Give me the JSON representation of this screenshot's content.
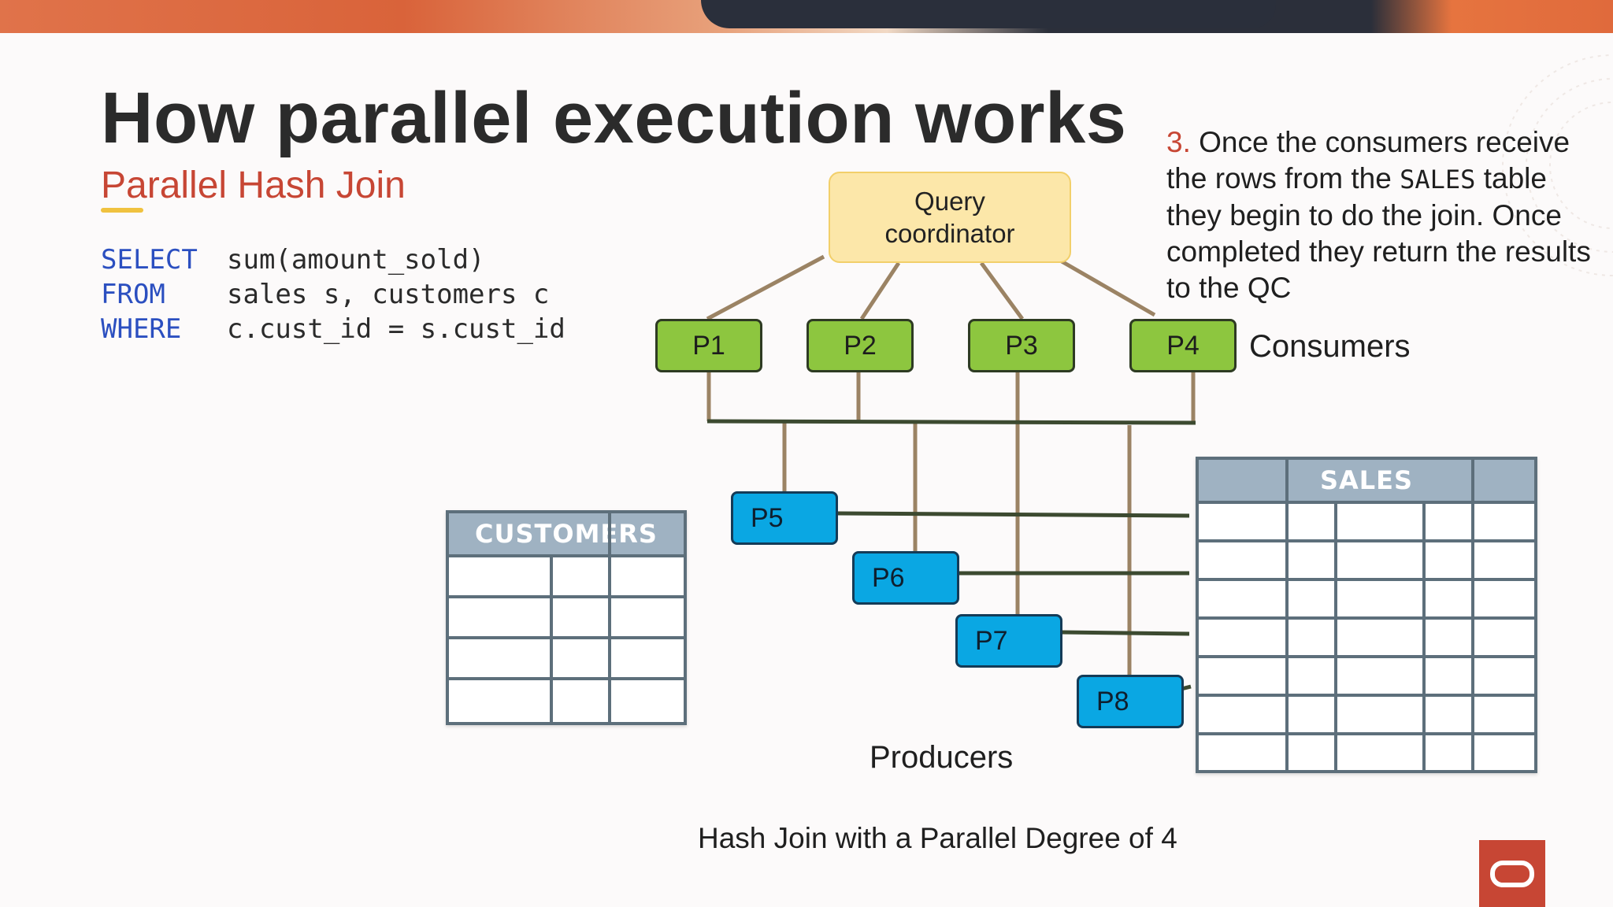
{
  "slide": {
    "title": "How parallel execution works",
    "subtitle": "Parallel Hash Join"
  },
  "sql": [
    {
      "keyword": "SELECT",
      "text": "sum(amount_sold)"
    },
    {
      "keyword": "FROM",
      "text": "sales s, customers c"
    },
    {
      "keyword": "WHERE",
      "text": "c.cust_id = s.cust_id"
    }
  ],
  "diagram": {
    "query_coordinator": [
      "Query",
      "coordinator"
    ],
    "consumers": [
      "P1",
      "P2",
      "P3",
      "P4"
    ],
    "consumers_label": "Consumers",
    "producers": [
      "P5",
      "P6",
      "P7",
      "P8"
    ],
    "producers_label": "Producers",
    "tables": {
      "customers": "CUSTOMERS",
      "sales": "SALES"
    },
    "caption": "Hash Join with a Parallel Degree of 4"
  },
  "note": {
    "number": "3.",
    "text_1": " Once the consumers receive the rows from the ",
    "code": "SALES",
    "text_2": " table they  begin to do the join. Once completed they return the results to the QC"
  },
  "colors": {
    "accent_red": "#c74634",
    "consumer_green": "#8dc63f",
    "producer_blue": "#0aa7e3",
    "qc_yellow": "#fce7a9",
    "line_tan": "#9b8364",
    "line_dark_green": "#3c4a30"
  },
  "logo": "oracle-logo-icon"
}
